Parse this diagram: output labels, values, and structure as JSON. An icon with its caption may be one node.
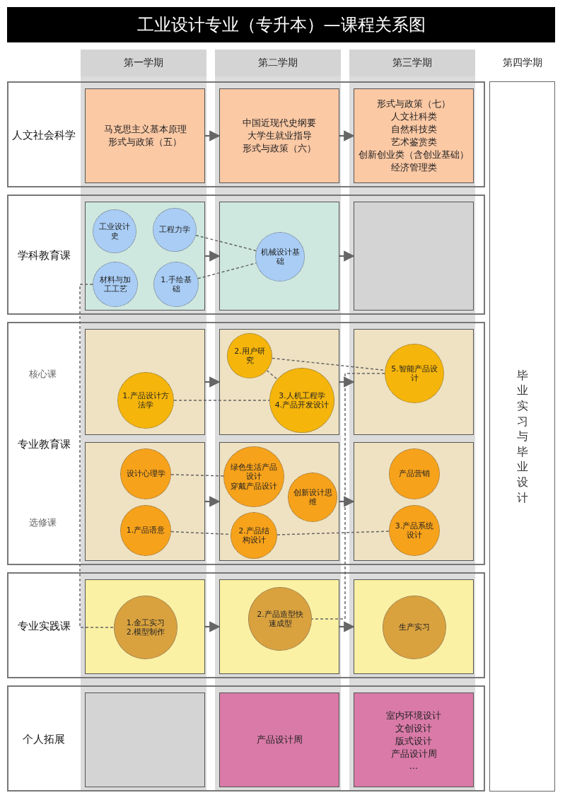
{
  "diagram": {
    "title": "工业设计专业（专升本）—课程关系图",
    "nodes": [
      {
        "text": [
          "第一学期"
        ]
      },
      {
        "text": [
          "第二学期"
        ]
      },
      {
        "text": [
          "第三学期"
        ]
      },
      {
        "text": [
          "第四学期"
        ]
      },
      {
        "text": [
          "人文社会科学"
        ]
      },
      {
        "text": [
          "马克思主义基本原理",
          "形式与政策（五）"
        ],
        "in": 4
      },
      {
        "text": [
          "中国近现代史纲要",
          "大学生就业指导",
          "形式与政策（六）"
        ],
        "in": 4
      },
      {
        "text": [
          "形式与政策（七）",
          "人文社科类",
          "自然科技类",
          "艺术鉴赏类",
          "创新创业类（含创业基础）",
          "经济管理类"
        ],
        "in": 4
      },
      {
        "text": [
          "学科教育课"
        ]
      },
      {
        "text": [],
        "shape": "box",
        "in": 8
      },
      {
        "text": [
          "工业设计史"
        ],
        "in": 9
      },
      {
        "text": [
          "工程力学"
        ],
        "in": 9
      },
      {
        "text": [
          "材料与加工工艺"
        ],
        "in": 9
      },
      {
        "text": [
          "1.手绘基础"
        ],
        "in": 9
      },
      {
        "text": [],
        "shape": "box",
        "in": 8
      },
      {
        "text": [
          "机械设计基础"
        ],
        "in": 14
      },
      {
        "text": [],
        "shape": "box",
        "in": 8
      },
      {
        "text": [
          "专业教育课"
        ]
      },
      {
        "text": [],
        "shape": "box",
        "in": 17
      },
      {
        "text": [
          "1.产品设计方法学"
        ],
        "in": 18
      },
      {
        "text": [],
        "shape": "box",
        "in": 17
      },
      {
        "text": [
          "2.用户研究"
        ],
        "in": 20
      },
      {
        "text": [
          "3.人机工程学",
          "4.产品开发设计"
        ],
        "in": 20
      },
      {
        "text": [],
        "shape": "box",
        "in": 17
      },
      {
        "text": [
          "5.智能产品设计"
        ],
        "in": 23
      },
      {
        "text": [],
        "shape": "box",
        "in": 17
      },
      {
        "text": [
          "设计心理学"
        ],
        "in": 25
      },
      {
        "text": [
          "1.产品语意"
        ],
        "in": 25
      },
      {
        "text": [],
        "shape": "box",
        "in": 17
      },
      {
        "text": [
          "绿色生活产品设计",
          "穿戴产品设计"
        ],
        "in": 28
      },
      {
        "text": [
          "创新设计思维"
        ],
        "in": 28
      },
      {
        "text": [
          "2.产品结构设计"
        ],
        "in": 28
      },
      {
        "text": [],
        "shape": "box",
        "in": 17
      },
      {
        "text": [
          "产品营销"
        ],
        "in": 32
      },
      {
        "text": [
          "3.产品系统设计"
        ],
        "in": 32
      },
      {
        "text": [
          "专业实践课"
        ]
      },
      {
        "text": [],
        "shape": "box",
        "in": 35
      },
      {
        "text": [
          "1.金工实习",
          "2.模型制作"
        ],
        "in": 36
      },
      {
        "text": [],
        "shape": "box",
        "in": 35
      },
      {
        "text": [
          "2.产品造型快速成型"
        ],
        "in": 38
      },
      {
        "text": [],
        "shape": "box",
        "in": 35
      },
      {
        "text": [
          "生产实习"
        ],
        "in": 40
      },
      {
        "text": [
          "个人拓展"
        ]
      },
      {
        "text": [],
        "shape": "box",
        "in": 42
      },
      {
        "text": [
          "产品设计周"
        ],
        "in": 42
      },
      {
        "text": [
          "室内环境设计",
          "文创设计",
          "版式设计",
          "产品设计周",
          "..."
        ],
        "in": 42
      },
      {
        "text": [
          "毕业实习与毕业设计"
        ]
      }
    ],
    "edges": [
      {
        "from": 5,
        "to": 6,
        "arrow": "to"
      },
      {
        "from": 6,
        "to": 7,
        "arrow": "to"
      },
      {
        "from": 9,
        "to": 14,
        "arrow": "to"
      },
      {
        "from": 14,
        "to": 16,
        "arrow": "to"
      },
      {
        "from": 11,
        "to": 15,
        "arrow": "none",
        "style": "dashed"
      },
      {
        "from": 13,
        "to": 15,
        "arrow": "none",
        "style": "dashed"
      },
      {
        "from": 12,
        "to": 37,
        "arrow": "none",
        "style": "dashed"
      },
      {
        "from": 18,
        "to": 20,
        "arrow": "to"
      },
      {
        "from": 20,
        "to": 23,
        "arrow": "to"
      },
      {
        "from": 19,
        "to": 22,
        "arrow": "none",
        "style": "dashed"
      },
      {
        "from": 21,
        "to": 22,
        "arrow": "none",
        "style": "dashed"
      },
      {
        "from": 21,
        "to": 24,
        "arrow": "none",
        "style": "dashed"
      },
      {
        "from": 25,
        "to": 28,
        "arrow": "to"
      },
      {
        "from": 28,
        "to": 32,
        "arrow": "to"
      },
      {
        "from": 26,
        "to": 29,
        "arrow": "none",
        "style": "dashed"
      },
      {
        "from": 27,
        "to": 31,
        "arrow": "none",
        "style": "dashed"
      },
      {
        "from": 31,
        "to": 34,
        "arrow": "none",
        "style": "dashed"
      },
      {
        "from": 24,
        "to": 39,
        "arrow": "none",
        "style": "dashed"
      },
      {
        "from": 36,
        "to": 38,
        "arrow": "to"
      },
      {
        "from": 38,
        "to": 40,
        "arrow": "to"
      }
    ],
    "labels": [
      "核心课",
      "选修课"
    ]
  }
}
